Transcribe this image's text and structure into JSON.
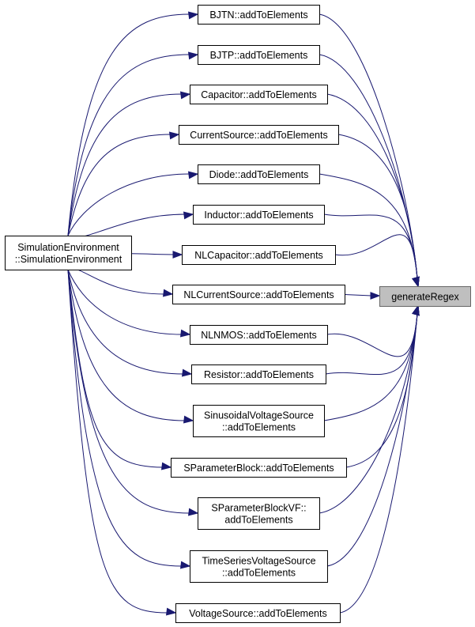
{
  "graph": {
    "root": {
      "label_lines": [
        "SimulationEnvironment",
        "::SimulationEnvironment"
      ]
    },
    "target": {
      "label_lines": [
        "generateRegex"
      ]
    },
    "nodes": [
      {
        "label_lines": [
          "BJTN::addToElements"
        ]
      },
      {
        "label_lines": [
          "BJTP::addToElements"
        ]
      },
      {
        "label_lines": [
          "Capacitor::addToElements"
        ]
      },
      {
        "label_lines": [
          "CurrentSource::addToElements"
        ]
      },
      {
        "label_lines": [
          "Diode::addToElements"
        ]
      },
      {
        "label_lines": [
          "Inductor::addToElements"
        ]
      },
      {
        "label_lines": [
          "NLCapacitor::addToElements"
        ]
      },
      {
        "label_lines": [
          "NLCurrentSource::addToElements"
        ]
      },
      {
        "label_lines": [
          "NLNMOS::addToElements"
        ]
      },
      {
        "label_lines": [
          "Resistor::addToElements"
        ]
      },
      {
        "label_lines": [
          "SinusoidalVoltageSource",
          "::addToElements"
        ]
      },
      {
        "label_lines": [
          "SParameterBlock::addToElements"
        ]
      },
      {
        "label_lines": [
          "SParameterBlockVF::",
          "addToElements"
        ]
      },
      {
        "label_lines": [
          "TimeSeriesVoltageSource",
          "::addToElements"
        ]
      },
      {
        "label_lines": [
          "VoltageSource::addToElements"
        ]
      }
    ]
  }
}
